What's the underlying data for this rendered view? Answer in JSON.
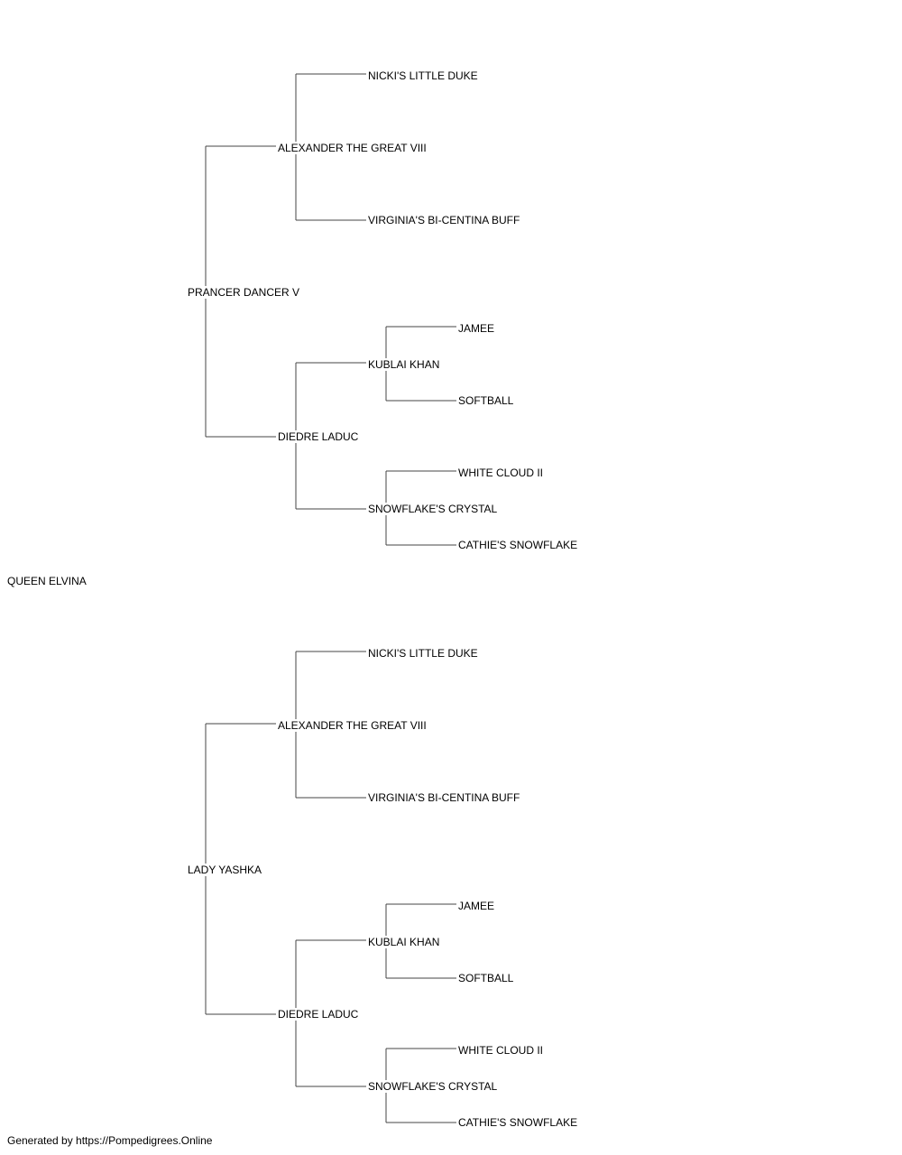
{
  "pedigree": {
    "subject": "QUEEN ELVINA",
    "sire": {
      "name": "PRANCER DANCER V",
      "sire": {
        "name": "ALEXANDER THE GREAT VIII",
        "sire": {
          "name": "NICKI'S LITTLE DUKE"
        },
        "dam": {
          "name": "VIRGINIA'S BI-CENTINA BUFF"
        }
      },
      "dam": {
        "name": "DIEDRE LADUC",
        "sire": {
          "name": "KUBLAI KHAN",
          "sire": {
            "name": "JAMEE"
          },
          "dam": {
            "name": "SOFTBALL"
          }
        },
        "dam": {
          "name": "SNOWFLAKE'S CRYSTAL",
          "sire": {
            "name": "WHITE CLOUD II"
          },
          "dam": {
            "name": "CATHIE'S SNOWFLAKE"
          }
        }
      }
    },
    "dam": {
      "name": "LADY YASHKA",
      "sire": {
        "name": "ALEXANDER THE GREAT VIII",
        "sire": {
          "name": "NICKI'S LITTLE DUKE"
        },
        "dam": {
          "name": "VIRGINIA'S BI-CENTINA BUFF"
        }
      },
      "dam": {
        "name": "DIEDRE LADUC",
        "sire": {
          "name": "KUBLAI KHAN",
          "sire": {
            "name": "JAMEE"
          },
          "dam": {
            "name": "SOFTBALL"
          }
        },
        "dam": {
          "name": "SNOWFLAKE'S CRYSTAL",
          "sire": {
            "name": "WHITE CLOUD II"
          },
          "dam": {
            "name": "CATHIE'S SNOWFLAKE"
          }
        }
      }
    }
  },
  "footer": "Generated by https://Pompedigrees.Online",
  "line_color": "#444444"
}
